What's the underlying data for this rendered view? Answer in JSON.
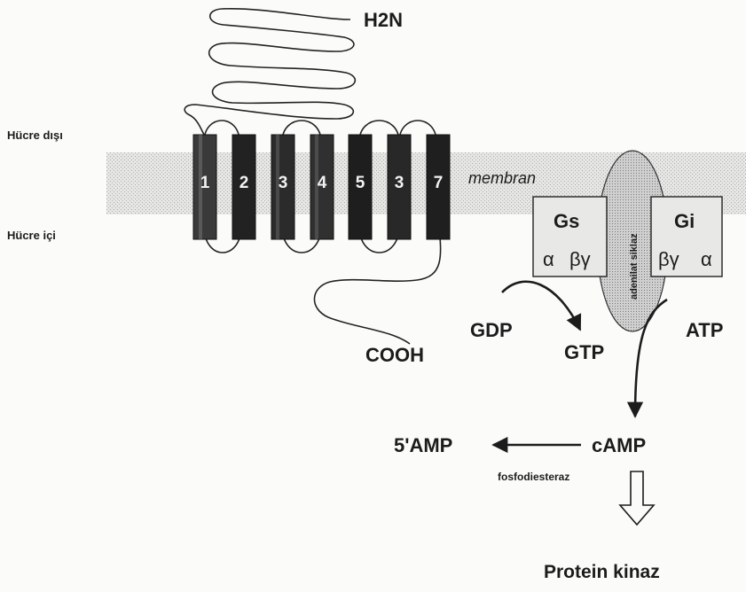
{
  "labels": {
    "extracellular": "Hücre dışı",
    "intracellular": "Hücre içi",
    "amino_terminus": "H2N",
    "carboxy_terminus": "COOH",
    "membrane": "membran",
    "gs": "Gs",
    "gs_subunits_alpha": "α",
    "gs_subunits_betagamma": "βγ",
    "gi": "Gi",
    "gi_subunits_betagamma": "βγ",
    "gi_subunits_alpha": "α",
    "adenylate_cyclase": "adenilat siklaz",
    "gdp": "GDP",
    "gtp": "GTP",
    "atp": "ATP",
    "camp": "cAMP",
    "amp": "5'AMP",
    "phosphodiesterase": "fosfodiesteraz",
    "protein_kinase": "Protein kinaz"
  },
  "helices": [
    "1",
    "2",
    "3",
    "4",
    "5",
    "3",
    "7"
  ]
}
